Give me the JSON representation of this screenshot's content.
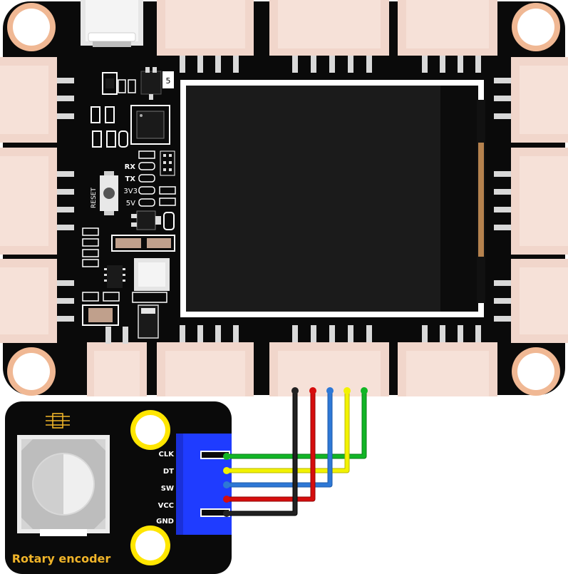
{
  "board": {
    "silk": {
      "rx": "RX",
      "tx": "TX",
      "v33": "3V3",
      "v5": "5V",
      "reset": "RESET",
      "chip_mark": "5"
    }
  },
  "encoder": {
    "title": "Rotary encoder",
    "pins": [
      {
        "label": "CLK",
        "wire": "green"
      },
      {
        "label": "DT",
        "wire": "yellow"
      },
      {
        "label": "SW",
        "wire": "blue"
      },
      {
        "label": "VCC",
        "wire": "red"
      },
      {
        "label": "GND",
        "wire": "black"
      }
    ]
  },
  "colors": {
    "board": "#0a0a0a",
    "connector": "#f1d6cb",
    "connector_shadow": "#e0bfb2",
    "pin": "#d9d9d9",
    "screen_frame": "#ffffff",
    "screen": "#1b1b1b",
    "screen_edge": "#0c0c0c",
    "pad_copper": "#f0b894",
    "title_text": "#f0b429",
    "encoder_header": "#1f3cff",
    "hole_yellow": "#ffe600",
    "wire_green": "#11b526",
    "wire_yellow": "#f2f200",
    "wire_blue": "#2e78d6",
    "wire_red": "#d60d0d",
    "wire_black": "#111111"
  }
}
